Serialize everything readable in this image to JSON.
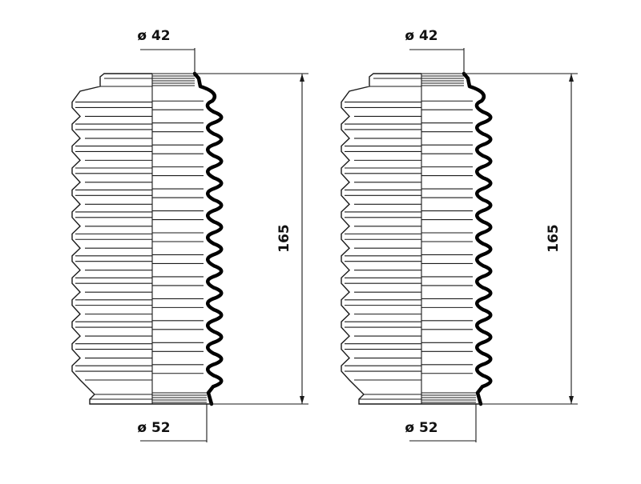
{
  "drawings": [
    {
      "top_diameter_label": "ø 42",
      "bottom_diameter_label": "ø 52",
      "length_label": "165"
    },
    {
      "top_diameter_label": "ø 42",
      "bottom_diameter_label": "ø 52",
      "length_label": "165"
    }
  ],
  "colors": {
    "line": "#1a1a1a",
    "background": "#ffffff"
  }
}
